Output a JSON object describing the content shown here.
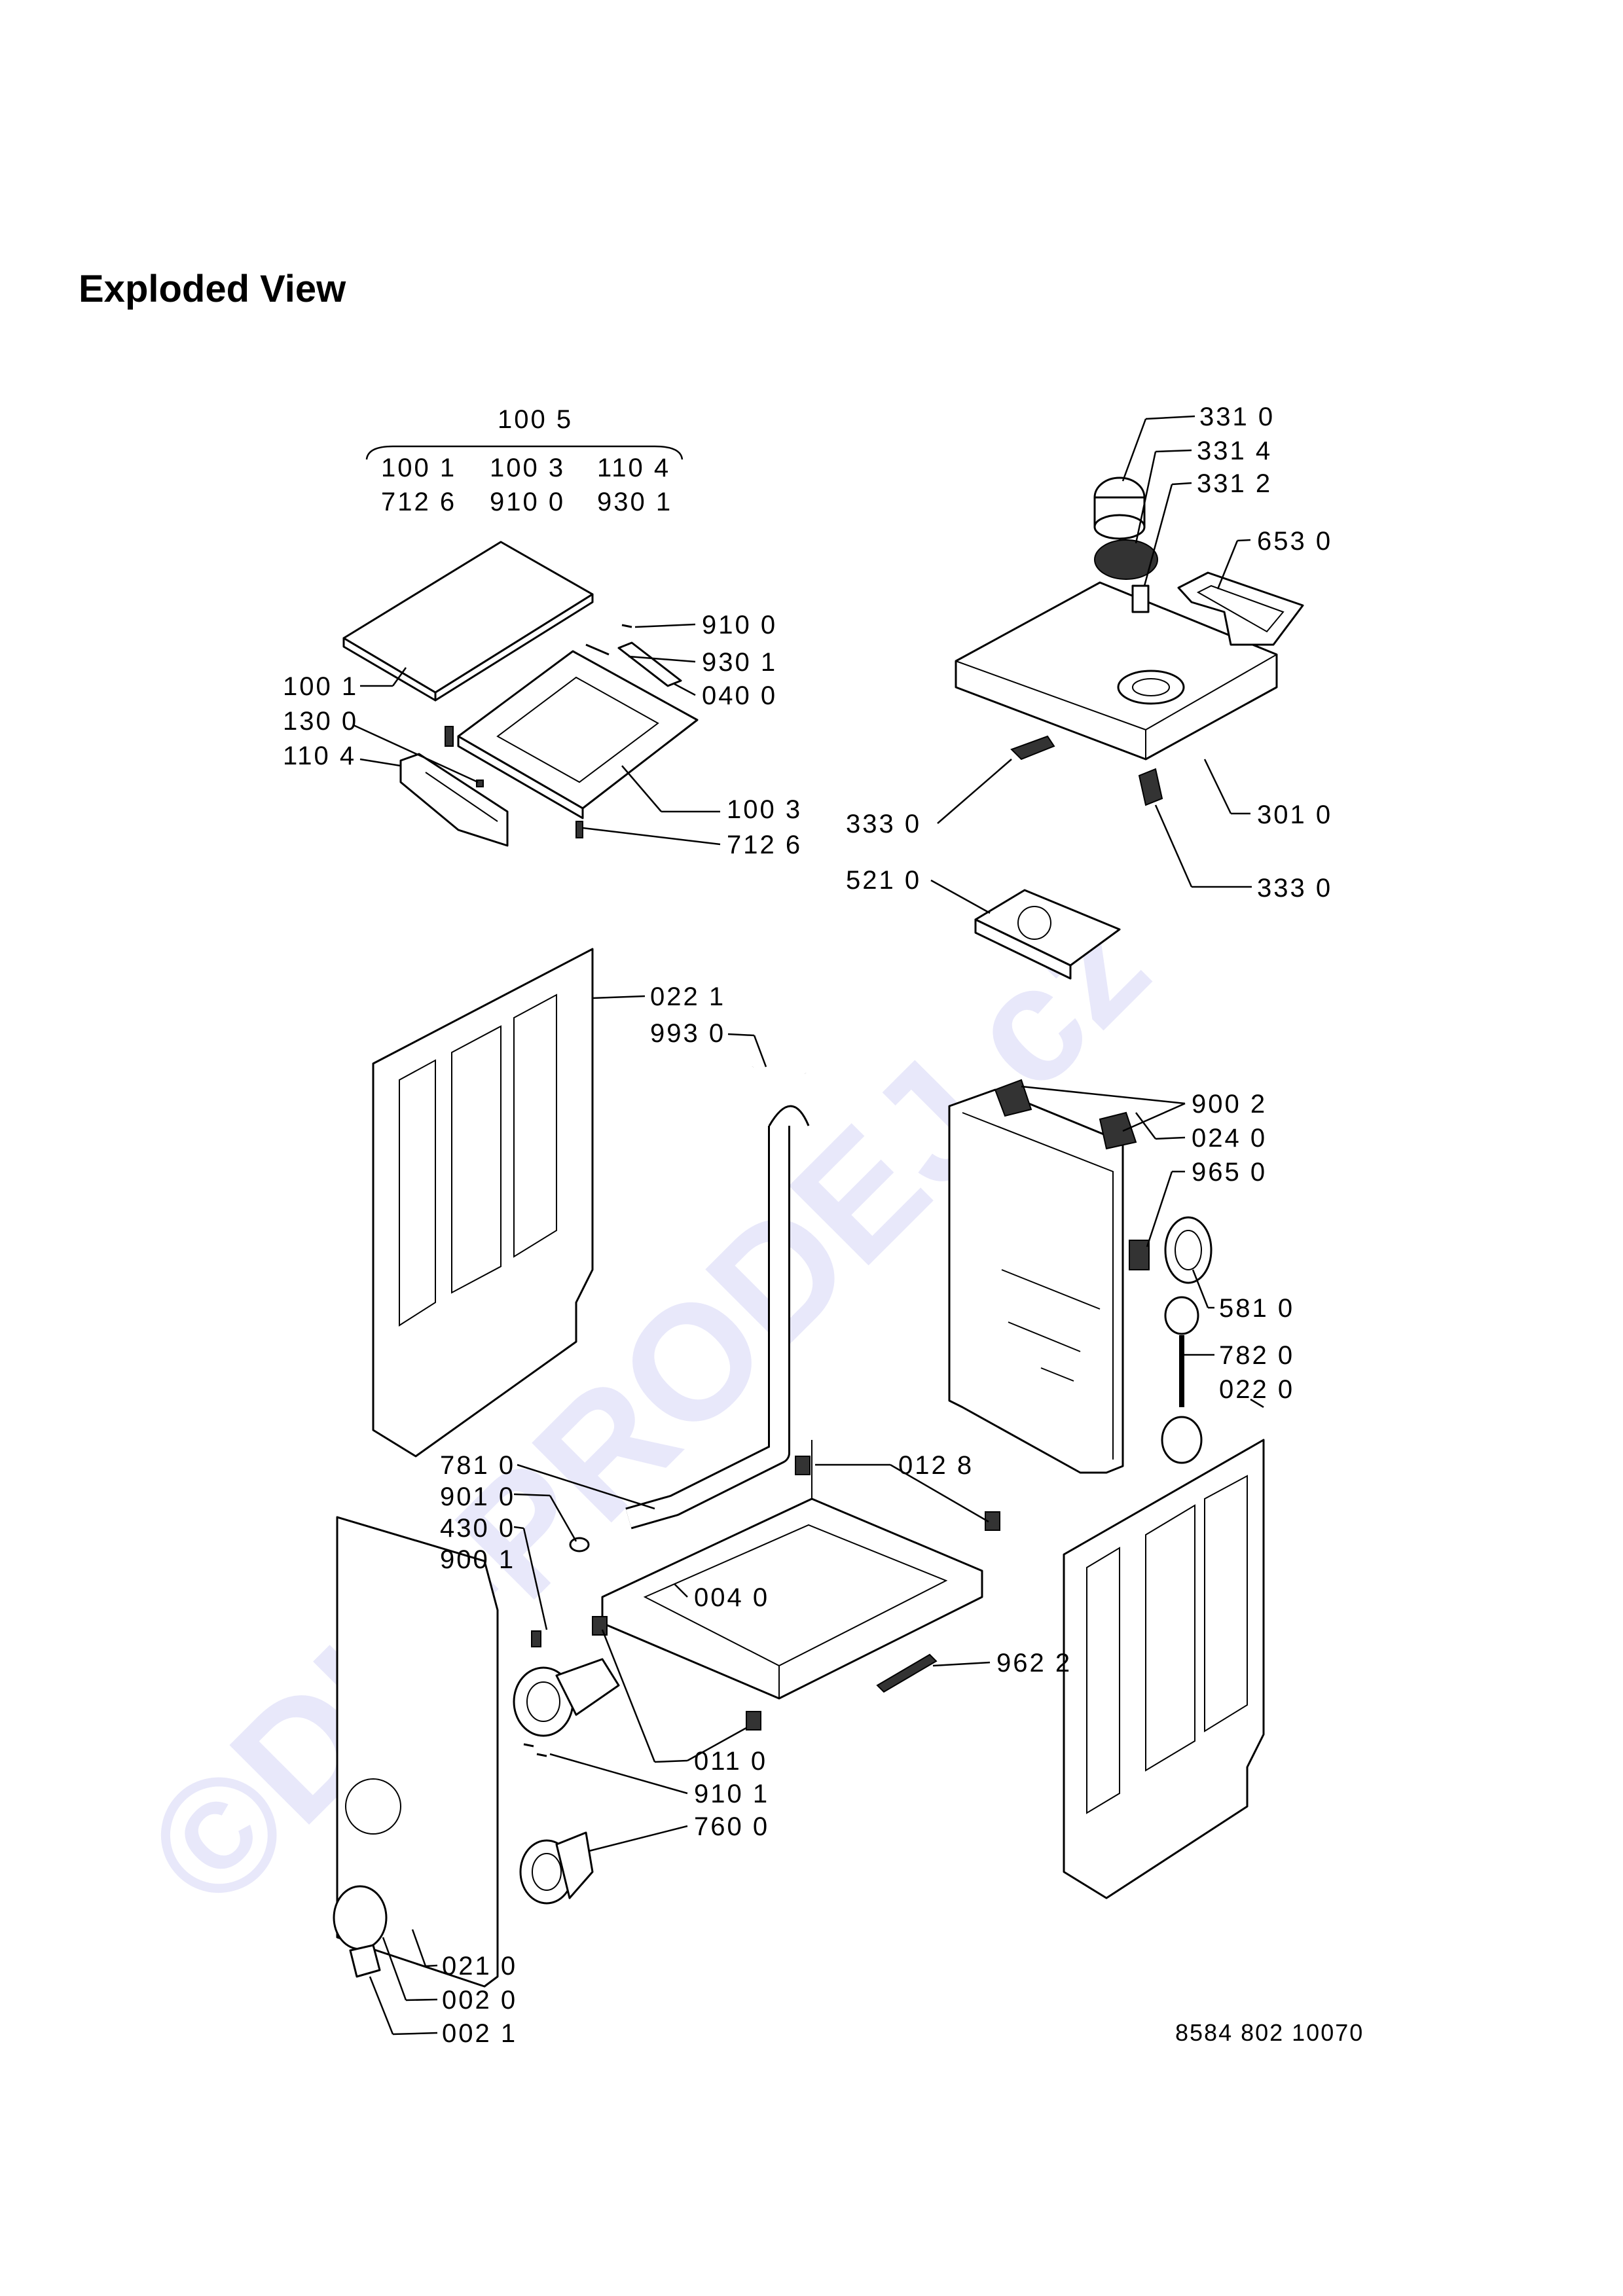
{
  "heading": "Exploded View",
  "watermark": "©DIY-PRODEJ.cz",
  "doc_number": "8584 802 10070",
  "group_header": {
    "top": "100 5",
    "row1": [
      "100 1",
      "100 3",
      "110 4"
    ],
    "row2": [
      "712 6",
      "910 0",
      "930 1"
    ]
  },
  "labels": {
    "l9100": "910 0",
    "l9301": "930 1",
    "l0400": "040 0",
    "l1001": "100 1",
    "l1300": "130 0",
    "l1104": "110 4",
    "l1003": "100 3",
    "l7126": "712 6",
    "l3310": "331 0",
    "l3314": "331 4",
    "l3312": "331 2",
    "l6530": "653 0",
    "l3330a": "333 0",
    "l3010": "301 0",
    "l3330b": "333 0",
    "l5210": "521 0",
    "l0221": "022 1",
    "l9930": "993 0",
    "l9002": "900 2",
    "l0240": "024 0",
    "l9650": "965 0",
    "l5810": "581 0",
    "l7820": "782 0",
    "l0220": "022 0",
    "l7810": "781 0",
    "l9010": "901 0",
    "l4300": "430 0",
    "l9001": "900 1",
    "l0128": "012 8",
    "l0040": "004 0",
    "l9622": "962 2",
    "l0110": "011 0",
    "l9101": "910 1",
    "l7600": "760 0",
    "l0210": "021 0",
    "l0020": "002 0",
    "l0021": "002 1"
  },
  "colors": {
    "ink": "#000000",
    "watermark": "#d6d6f5",
    "background": "#ffffff"
  }
}
